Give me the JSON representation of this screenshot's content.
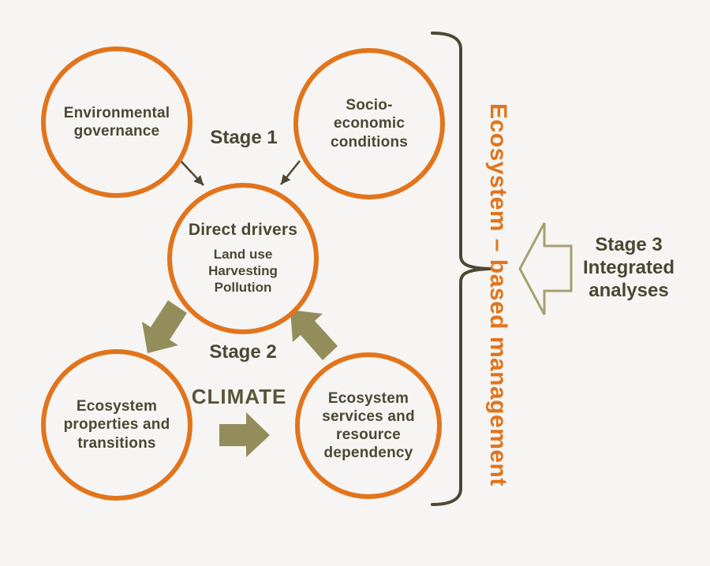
{
  "nodes": {
    "environmental_governance": "Environmental\ngovernance",
    "socio_economic": "Socio-\neconomic\nconditions",
    "direct_drivers": {
      "title": "Direct drivers",
      "items": "Land use\nHarvesting\nPollution"
    },
    "ecosystem_properties": "Ecosystem\nproperties and\ntransitions",
    "ecosystem_services": "Ecosystem\nservices and\nresource\ndependency"
  },
  "labels": {
    "stage1": "Stage 1",
    "stage2": "Stage 2",
    "stage3": "Stage 3\nIntegrated\nanalyses",
    "climate": "CLIMATE",
    "management": "Ecosystem – based management"
  },
  "icons": {
    "thin_arrows": "down-toward-direct-drivers",
    "thick_arrows": "cycle-between-drivers-properties-services",
    "climate_arrow": "right-arrow",
    "stage3_arrow": "left-outline-arrow",
    "brace": "right-curly-brace"
  },
  "colors": {
    "background": "#f6f5f3",
    "circle_stroke": "#e2741c",
    "accent_text": "#e2741c",
    "dark_text": "#4c4733",
    "olive_arrow_fill": "#938d5b",
    "outline_arrow_stroke": "#a79f6f"
  }
}
